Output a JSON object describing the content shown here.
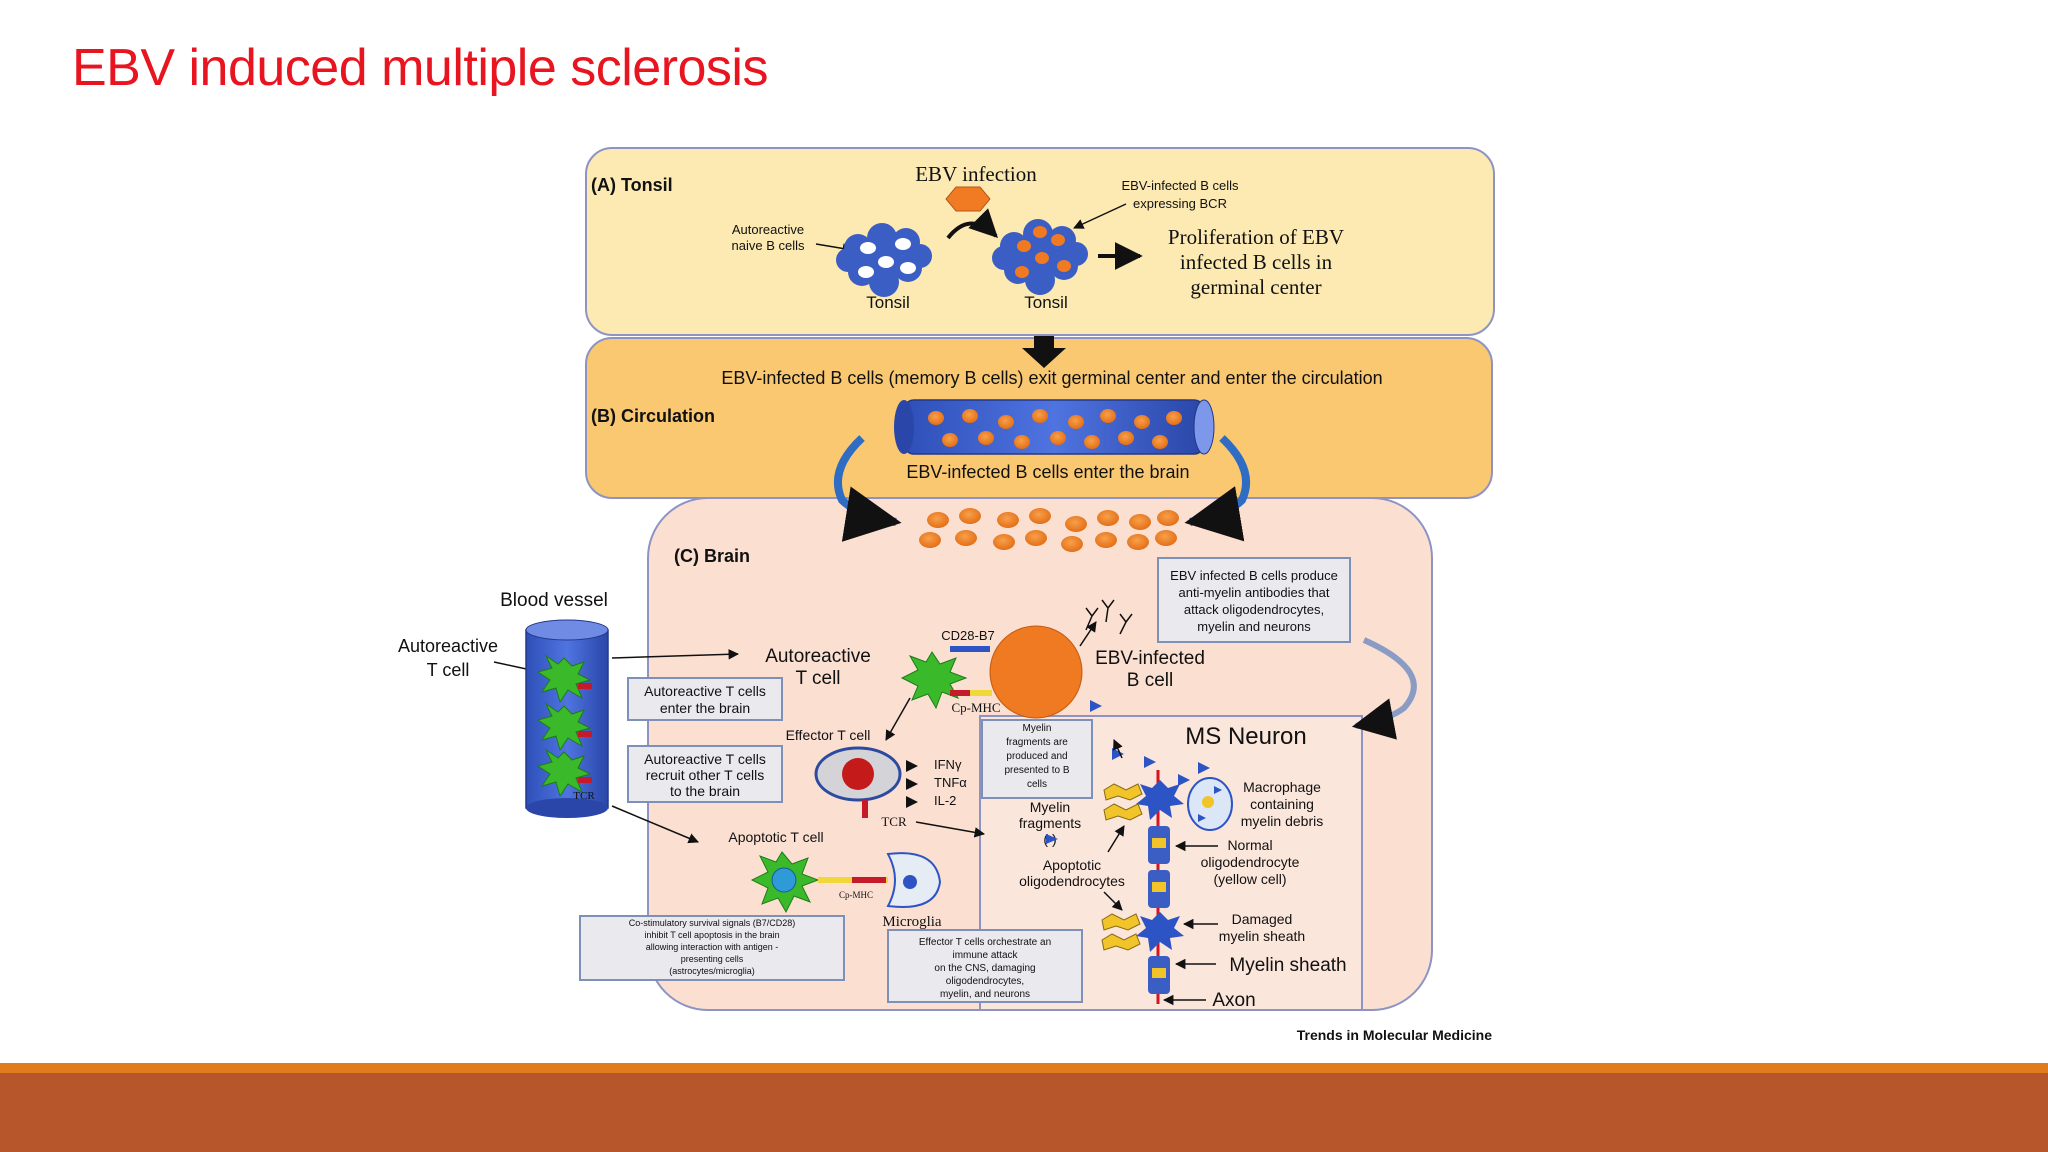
{
  "slide": {
    "title": "EBV induced multiple sclerosis",
    "colors": {
      "title": "#e8141f",
      "footer_line": "#e07b1e",
      "footer_bar": "#b8562b"
    }
  },
  "figure": {
    "tonsil": {
      "label": "(A) Tonsil",
      "ebv_infection": "EBV infection",
      "autoreactive_naive": [
        "Autoreactive",
        "naive B cells"
      ],
      "ebv_infected_bcr": [
        "EBV-infected B cells",
        "expressing BCR"
      ],
      "tonsil_label_1": "Tonsil",
      "tonsil_label_2": "Tonsil",
      "proliferation": [
        "Proliferation of EBV",
        "infected B cells in",
        "germinal center"
      ]
    },
    "circulation": {
      "exit_text": "EBV-infected B cells (memory B cells) exit germinal center and enter the circulation",
      "label": "(B) Circulation",
      "enter_brain": "EBV-infected B cells enter the brain"
    },
    "brain": {
      "label": "(C) Brain",
      "blood_vessel": "Blood vessel",
      "autoreactive_tcell_left": [
        "Autoreactive",
        "T cell"
      ],
      "tcr_vessel": "TCR",
      "autoreactive_tcell_center": [
        "Autoreactive",
        "T cell"
      ],
      "cd28_b7": "CD28-B7",
      "cp_mhc": "Cp-MHC",
      "ebv_infected_bcell": [
        "EBV-infected",
        "B cell"
      ],
      "antibodies_box": [
        "EBV infected B cells produce",
        "anti-myelin antibodies that",
        "attack oligodendrocytes,",
        "myelin and neurons"
      ],
      "enter_brain_box": [
        "Autoreactive T cells",
        "enter the brain"
      ],
      "recruit_box": [
        "Autoreactive  T cells",
        "recruit other T cells",
        "to the brain"
      ],
      "effector_tcell": "Effector T cell",
      "cytokines": [
        "IFNγ",
        "TNFα",
        "IL-2"
      ],
      "tcr_effector": "TCR",
      "myelin_fragments_box": [
        "Myelin",
        "fragments are",
        "produced and",
        "presented to B",
        "cells"
      ],
      "ms_neuron": "MS Neuron",
      "myelin_fragments": [
        "Myelin",
        "fragments",
        "(   )"
      ],
      "macrophage": [
        "Macrophage",
        "containing",
        "myelin debris"
      ],
      "apoptotic_tcell": "Apoptotic T cell",
      "apoptotic_oligos": [
        "Apoptotic",
        "oligodendrocytes"
      ],
      "normal_oligo": [
        "Normal",
        "oligodendrocyte",
        "(yellow cell)"
      ],
      "cp_mhc_small": "Cp-MHC",
      "microglia": "Microglia",
      "costim_box": [
        "Co-stimulatory survival signals (B7/CD28)",
        "inhibit T cell apoptosis in the brain",
        "allowing interaction with antigen -",
        "presenting cells",
        "(astrocytes/microglia)"
      ],
      "effector_box": [
        "Effector T cells orchestrate an",
        "immune attack",
        "on the CNS, damaging",
        "oligodendrocytes,",
        "myelin, and neurons"
      ],
      "damaged_myelin": [
        "Damaged",
        "myelin sheath"
      ],
      "myelin_sheath": "Myelin sheath",
      "axon": "Axon"
    },
    "source": "Trends in Molecular Medicine"
  }
}
